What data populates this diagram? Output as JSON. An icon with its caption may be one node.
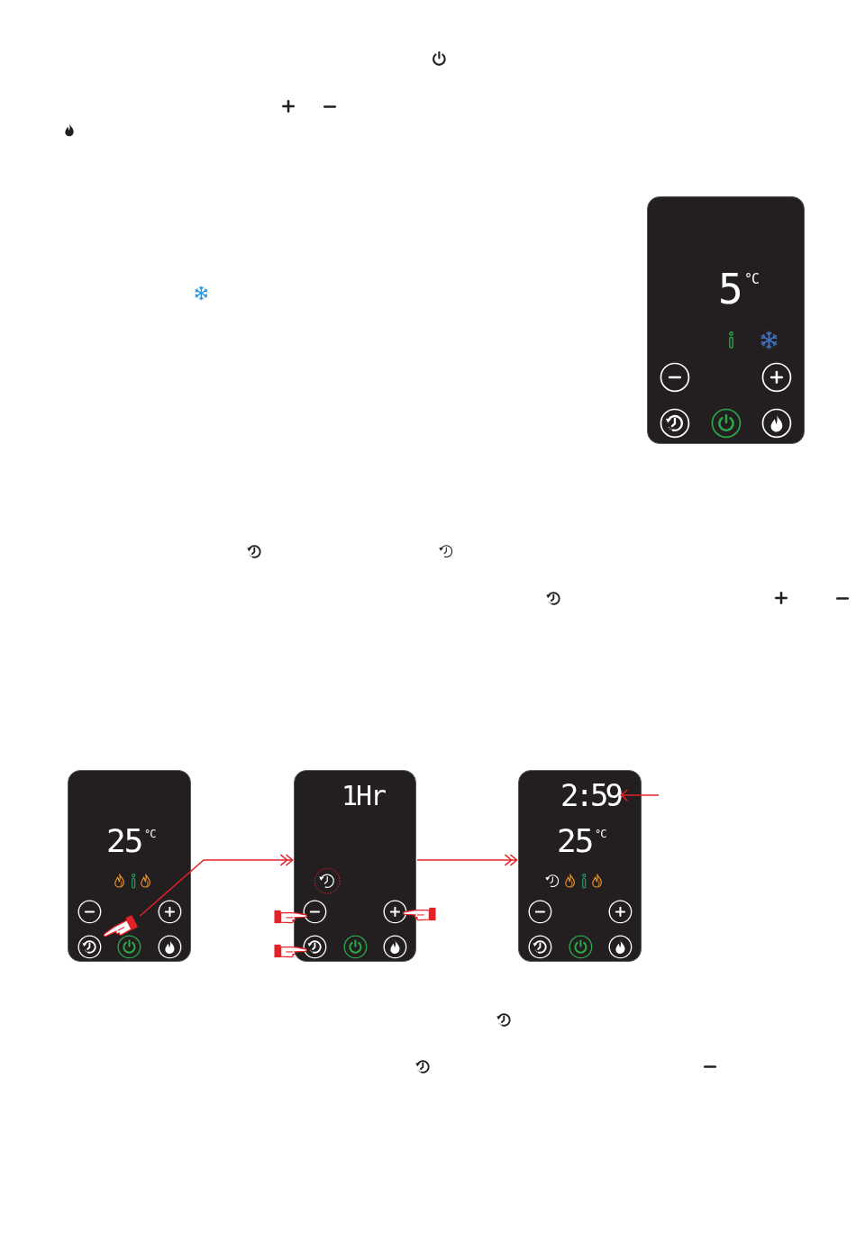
{
  "diagram": {
    "nodes": [
      {
        "text": [
          "5",
          "°C"
        ]
      },
      {
        "text": [
          "25",
          "°C"
        ]
      },
      {
        "text": [],
        "shape": "hand",
        "in": 1
      },
      {
        "text": [
          "1Hr"
        ]
      },
      {
        "text": [
          "25",
          "°C"
        ]
      },
      {
        "text": [
          "2:59"
        ],
        "in": 4
      }
    ],
    "edges": [
      {
        "from": 2,
        "to": 3,
        "arrow": "to"
      },
      {
        "from": 3,
        "to": 4,
        "arrow": "to"
      },
      {
        "from": null,
        "to": 5,
        "arrow": "to"
      }
    ]
  }
}
